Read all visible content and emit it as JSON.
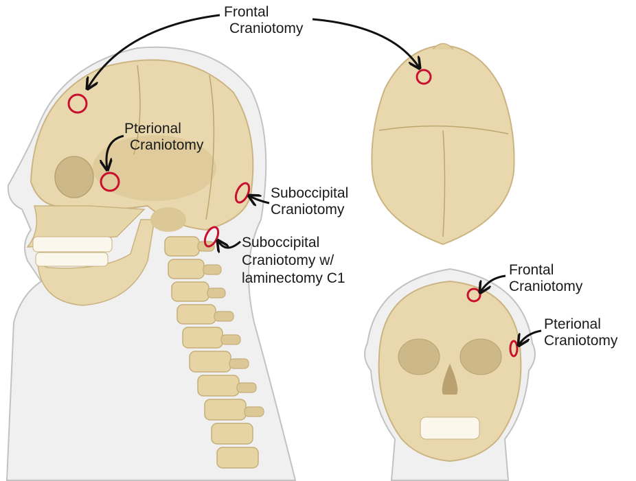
{
  "labels": {
    "frontal_top": [
      "Frontal",
      "Craniotomy"
    ],
    "pterional_side": [
      "Pterional",
      "Craniotomy"
    ],
    "suboccipital": [
      "Suboccipital",
      "Craniotomy"
    ],
    "suboccipital_c1": [
      "Suboccipital",
      "Craniotomy w/",
      "laminectomy C1"
    ],
    "frontal_front": [
      "Frontal",
      "Craniotomy"
    ],
    "pterional_front": [
      "Pterional",
      "Craniotomy"
    ]
  },
  "colors": {
    "bone": "#e8d7ad",
    "bone_shadow": "#d9c493",
    "skin": "#eeeeee",
    "skin_outline": "#bdbdbd",
    "marker": "#c8102e",
    "arrow": "#111111"
  }
}
